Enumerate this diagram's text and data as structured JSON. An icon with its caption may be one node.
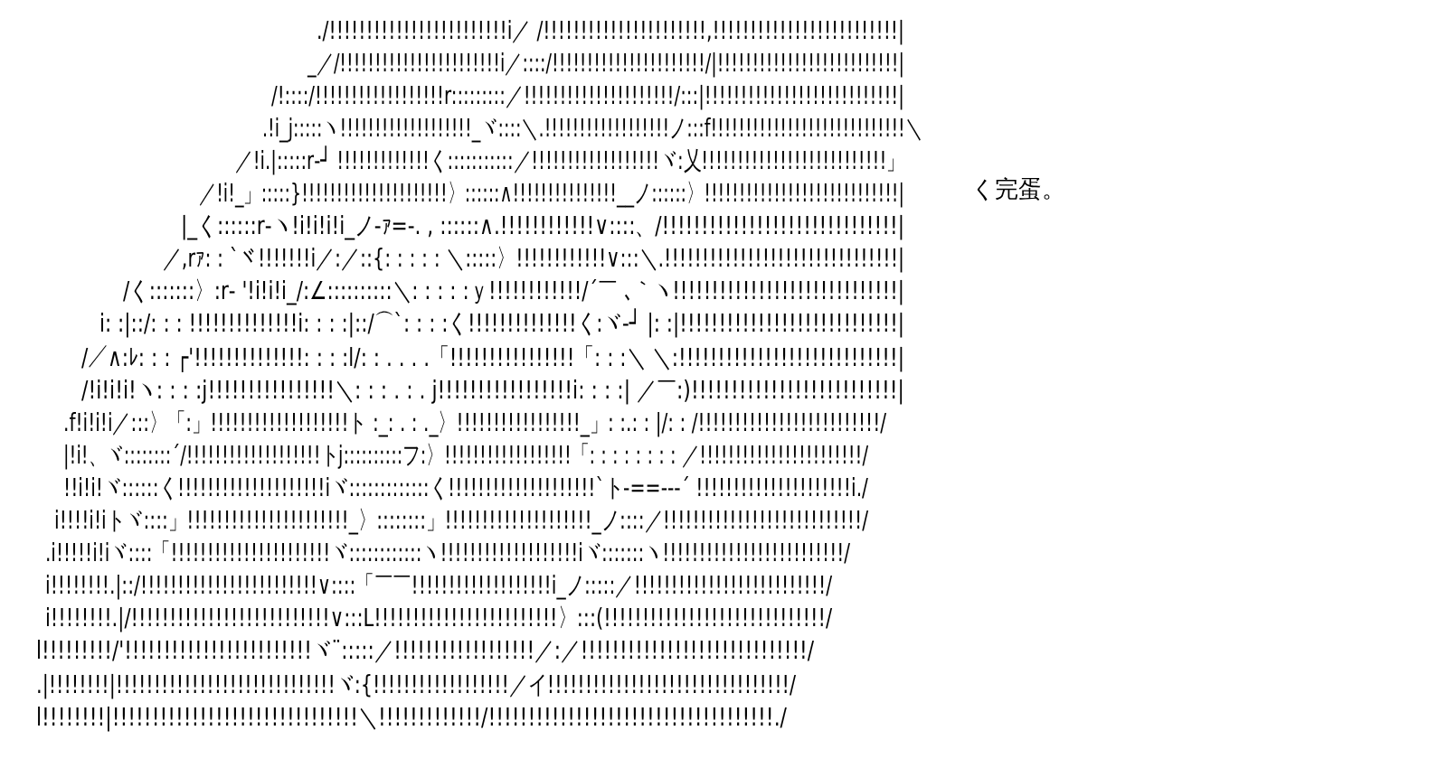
{
  "diagram": {
    "labels": [
      "./!!!!!!!!!!!!!!!!!!!!!!!!i／ /!!!!!!!!!!!!!!!!!!!!!!,!!!!!!!!!!!!!!!!!!!!!!!!!|",
      "_／/!!!!!!!!!!!!!!!!!!!!!!!i／::::/!!!!!!!!!!!!!!!!!!!!!!/|!!!!!!!!!!!!!!!!!!!!!!!!!!|",
      "/!::::/!!!!!!!!!!!!!!!!!!r:::::::::／!!!!!!!!!!!!!!!!!!!!!/:::|!!!!!!!!!!!!!!!!!!!!!!!!!!!|",
      ".!i_j:::::ヽ!!!!!!!!!!!!!!!!!!!_ヾ::::＼.!!!!!!!!!!!!!!!!!!ノ:::f!!!!!!!!!!!!!!!!!!!!!!!!!!!!＼",
      "／!i.|:::::r‐┘ !!!!!!!!!!!!!く:::::::::::／!!!!!!!!!!!!!!!!!!ヾ:乂!!!!!!!!!!!!!!!!!!!!!!!!!!」",
      "／!i!_」:::::}!!!!!!!!!!!!!!!!!!!!!〉::::::∧!!!!!!!!!!!!!!!__ノ::::::〉!!!!!!!!!!!!!!!!!!!!!!!!!!!!|",
      "|_く::::::r‐ヽ!i!i!i!i_ノ‐ｧ=‐. , ::::::∧.!!!!!!!!!!!!∨::::、/!!!!!!!!!!!!!!!!!!!!!!!!!!!!!!|",
      "／,rｧ: : `ヾ!!!!!!!i／:／::{: : : : : ＼:::::〉!!!!!!!!!!!!∨:::＼.!!!!!!!!!!!!!!!!!!!!!!!!!!!!!!!|",
      "/く:::::::〉:r‐ '!i!i!i_/:∠::::::::::＼: : : : :ｙ!!!!!!!!!!!!/´￣ ､｀ヽ!!!!!!!!!!!!!!!!!!!!!!!!!!!!!|",
      "i: :|::/: : : !!!!!!!!!!!!!!i: : : :|::/⌒`: : : :く!!!!!!!!!!!!!!く:ヾ‐┘ |: :|!!!!!!!!!!!!!!!!!!!!!!!!!!!!|",
      "/／∧:ﾚ: : : ┌'!!!!!!!!!!!!!!: : : :l/: : . . . .「!!!!!!!!!!!!!!!!「: : :＼ ＼:!!!!!!!!!!!!!!!!!!!!!!!!!!!!|",
      "/!i!i!i!ヽ: : : :j!!!!!!!!!!!!!!!!＼: : : . : . j!!!!!!!!!!!!!!!!!i: : : :| ／￣:)!!!!!!!!!!!!!!!!!!!!!!!!!!|",
      ".f!i!i!i／:::〉「:」!!!!!!!!!!!!!!!!!!!ト :_: . : ._〉!!!!!!!!!!!!!!!!!_」: :.: : |/: : /!!!!!!!!!!!!!!!!!!!!!!!!!/",
      "|!i!、ヾ::::::::´/!!!!!!!!!!!!!!!!!!!トj::::::::::フ:〉!!!!!!!!!!!!!!!!!!「: : : : : : : : ／!!!!!!!!!!!!!!!!!!!!!!!/",
      "!!i!i!ヾ::::::く!!!!!!!!!!!!!!!!!!!!iヾ:::::::::::::く!!!!!!!!!!!!!!!!!!!!`ト‐==‐-‐´ !!!!!!!!!!!!!!!!!!!!!i./",
      "i!!!!i!iトヾ::::」!!!!!!!!!!!!!!!!!!!!!!_〉::::::::」!!!!!!!!!!!!!!!!!!!!_ノ::::／!!!!!!!!!!!!!!!!!!!!!!!!!!!/",
      ".i!!!!!i!iヾ::::「!!!!!!!!!!!!!!!!!!!!!!ヾ::::::::::::ヽ!!!!!!!!!!!!!!!!!!!iヾ:::::::ヽ!!!!!!!!!!!!!!!!!!!!!!!!!/",
      "i!!!!!!!!.|::/!!!!!!!!!!!!!!!!!!!!!!!!∨::::「￣￣!!!!!!!!!!!!!!!!!!!i_ノ:::::／!!!!!!!!!!!!!!!!!!!!!!!!!!/",
      "i!!!!!!!!.|/!!!!!!!!!!!!!!!!!!!!!!!!!!∨:::L!!!!!!!!!!!!!!!!!!!!!!!!〉:::(!!!!!!!!!!!!!!!!!!!!!!!!!!!!!/",
      "l!!!!!!!!!/'!!!!!!!!!!!!!!!!!!!!!!!!ヾ¨:::::／!!!!!!!!!!!!!!!!!!／:／!!!!!!!!!!!!!!!!!!!!!!!!!!!!!/",
      ".|!!!!!!!!|!!!!!!!!!!!!!!!!!!!!!!!!!!!!!ヾ:{!!!!!!!!!!!!!!!!!!／イ!!!!!!!!!!!!!!!!!!!!!!!!!!!!!!!!/",
      "l!!!!!!!!|!!!!!!!!!!!!!!!!!!!!!!!!!!!!!!!＼!!!!!!!!!!!!!/!!!!!!!!!!!!!!!!!!!!!!!!!!!!!!!!!!!!./",
      "く完蛋。"
    ]
  }
}
